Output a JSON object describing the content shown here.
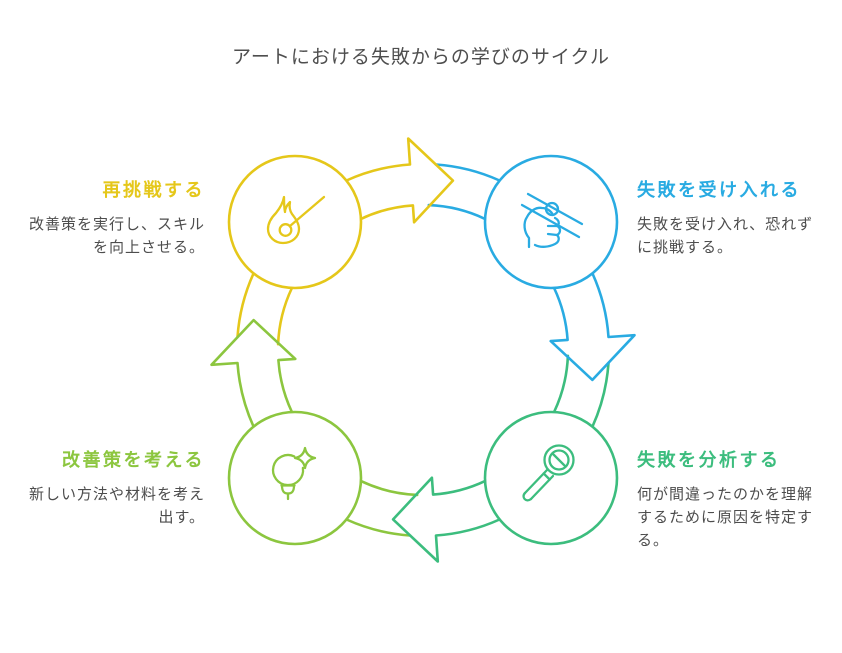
{
  "title": "アートにおける失敗からの学びのサイクル",
  "title_color": "#4E4E4E",
  "text_color": "#4D4D4D",
  "background": "#FFFFFF",
  "steps": [
    {
      "id": "accept-failure",
      "label": "失敗を受け入れる",
      "description": "失敗を受け入れ、恐れず\nに挑戦する。",
      "color": "#29ABE2",
      "icon": "hand-gripping-sticks-icon"
    },
    {
      "id": "analyze-failure",
      "label": "失敗を分析する",
      "description": "何が間違ったのかを理解\nするために原因を特定す\nる。",
      "color": "#3CBD7E",
      "icon": "magnifier-slash-icon"
    },
    {
      "id": "think-improvements",
      "label": "改善策を考える",
      "description": "新しい方法や材料を考え\n出す。",
      "color": "#8CC63F",
      "icon": "lightbulb-sparkle-icon"
    },
    {
      "id": "retry",
      "label": "再挑戦する",
      "description": "改善策を実行し、スキル\nを向上させる。",
      "color": "#E5C71A",
      "icon": "flame-match-icon"
    }
  ]
}
